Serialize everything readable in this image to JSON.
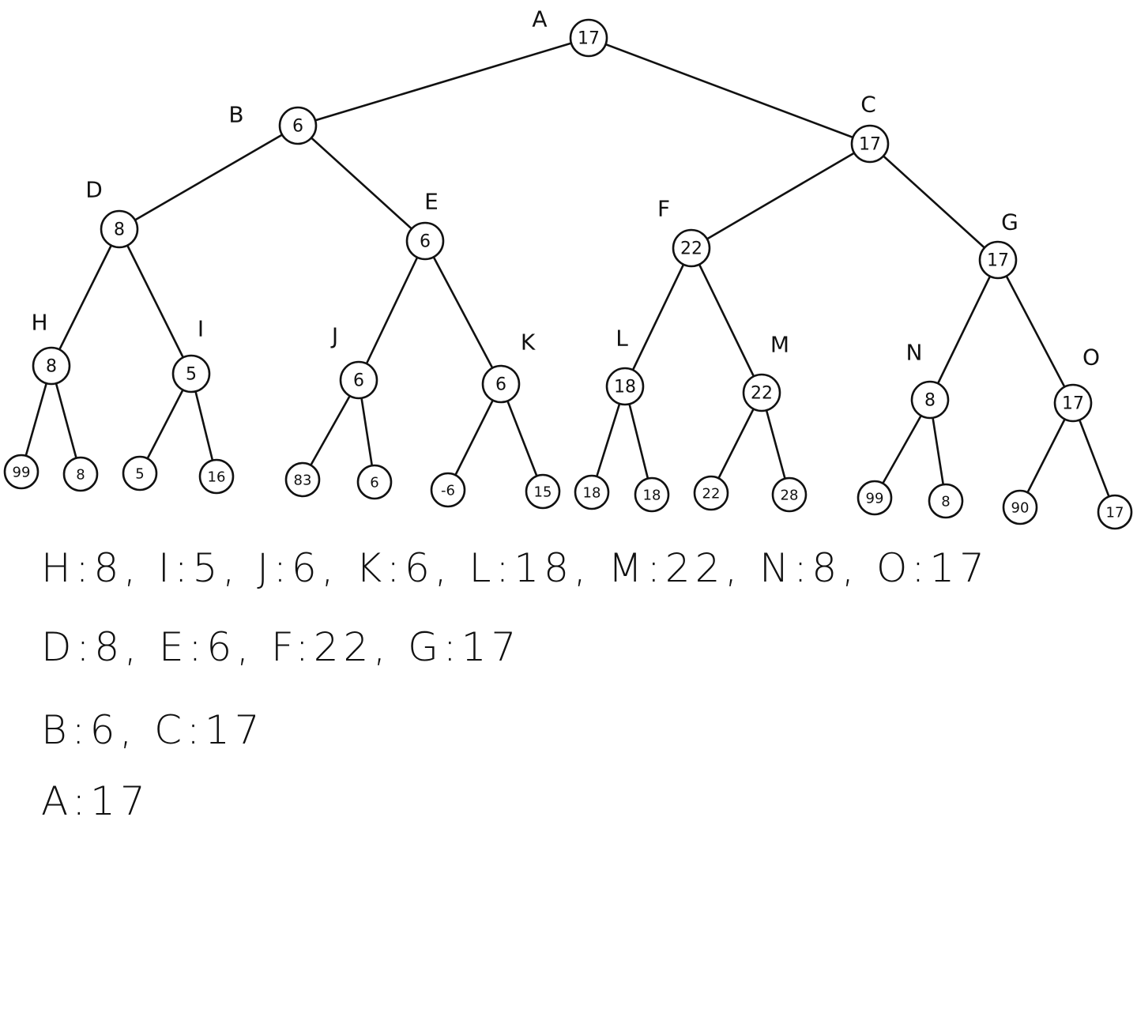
{
  "tree": {
    "nodes": [
      {
        "id": "A",
        "label": "A",
        "value": "17"
      },
      {
        "id": "B",
        "label": "B",
        "value": "6"
      },
      {
        "id": "C",
        "label": "C",
        "value": "17"
      },
      {
        "id": "D",
        "label": "D",
        "value": "8"
      },
      {
        "id": "E",
        "label": "E",
        "value": "6"
      },
      {
        "id": "F",
        "label": "F",
        "value": "22"
      },
      {
        "id": "G",
        "label": "G",
        "value": "17"
      },
      {
        "id": "H",
        "label": "H",
        "value": "8"
      },
      {
        "id": "I",
        "label": "I",
        "value": "5"
      },
      {
        "id": "J",
        "label": "J",
        "value": "6"
      },
      {
        "id": "K",
        "label": "K",
        "value": "6"
      },
      {
        "id": "L",
        "label": "L",
        "value": "18"
      },
      {
        "id": "M",
        "label": "M",
        "value": "22"
      },
      {
        "id": "N",
        "label": "N",
        "value": "8"
      },
      {
        "id": "O",
        "label": "O",
        "value": "17"
      },
      {
        "id": "H1",
        "label": "",
        "value": "99"
      },
      {
        "id": "H2",
        "label": "",
        "value": "8"
      },
      {
        "id": "I1",
        "label": "",
        "value": "5"
      },
      {
        "id": "I2",
        "label": "",
        "value": "16"
      },
      {
        "id": "J1",
        "label": "",
        "value": "83"
      },
      {
        "id": "J2",
        "label": "",
        "value": "6"
      },
      {
        "id": "K1",
        "label": "",
        "value": "-6"
      },
      {
        "id": "K2",
        "label": "",
        "value": "15"
      },
      {
        "id": "L1",
        "label": "",
        "value": "18"
      },
      {
        "id": "L2",
        "label": "",
        "value": "18"
      },
      {
        "id": "M1",
        "label": "",
        "value": "22"
      },
      {
        "id": "M2",
        "label": "",
        "value": "28"
      },
      {
        "id": "N1",
        "label": "",
        "value": "99"
      },
      {
        "id": "N2",
        "label": "",
        "value": "8"
      },
      {
        "id": "O1",
        "label": "",
        "value": "90"
      },
      {
        "id": "O2",
        "label": "",
        "value": "17"
      }
    ],
    "edges": [
      [
        "A",
        "B"
      ],
      [
        "A",
        "C"
      ],
      [
        "B",
        "D"
      ],
      [
        "B",
        "E"
      ],
      [
        "C",
        "F"
      ],
      [
        "C",
        "G"
      ],
      [
        "D",
        "H"
      ],
      [
        "D",
        "I"
      ],
      [
        "E",
        "J"
      ],
      [
        "E",
        "K"
      ],
      [
        "F",
        "L"
      ],
      [
        "F",
        "M"
      ],
      [
        "G",
        "N"
      ],
      [
        "G",
        "O"
      ],
      [
        "H",
        "H1"
      ],
      [
        "H",
        "H2"
      ],
      [
        "I",
        "I1"
      ],
      [
        "I",
        "I2"
      ],
      [
        "J",
        "J1"
      ],
      [
        "J",
        "J2"
      ],
      [
        "K",
        "K1"
      ],
      [
        "K",
        "K2"
      ],
      [
        "L",
        "L1"
      ],
      [
        "L",
        "L2"
      ],
      [
        "M",
        "M1"
      ],
      [
        "M",
        "M2"
      ],
      [
        "N",
        "N1"
      ],
      [
        "N",
        "N2"
      ],
      [
        "O",
        "O1"
      ],
      [
        "O",
        "O2"
      ]
    ]
  },
  "summary": {
    "line1": "H:8, I:5, J:6, K:6, L:18, M:22, N:8, O:17",
    "line2": "D:8, E:6, F:22, G:17",
    "line3": "B:6, C:17",
    "line4": "A:17"
  }
}
